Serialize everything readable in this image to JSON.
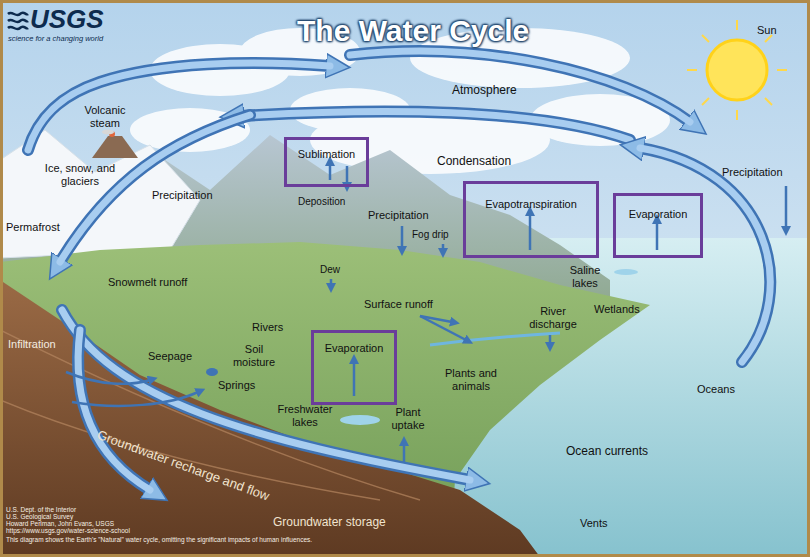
{
  "diagram": {
    "title": "The Water Cycle",
    "nodes": [
      {
        "text": [
          "Sublimation"
        ]
      },
      {
        "text": [
          "Evapotranspiration"
        ]
      },
      {
        "text": [
          "Evaporation"
        ]
      },
      {
        "text": [
          "Evaporation"
        ]
      }
    ],
    "labels": [
      "USGS",
      "science for a changing world",
      "Sun",
      "Atmosphere",
      "Volcanic steam",
      "Ice, snow, and glaciers",
      "Condensation",
      "Precipitation",
      "Permafrost",
      "Deposition",
      "Precipitation",
      "Fog drip",
      "Precipitation",
      "Dew",
      "Snowmelt runoff",
      "Saline lakes",
      "Surface runoff",
      "Wetlands",
      "River discharge",
      "Rivers",
      "Infiltration",
      "Soil moisture",
      "Seepage",
      "Springs",
      "Plants and animals",
      "Oceans",
      "Freshwater lakes",
      "Plant uptake",
      "Ocean currents",
      "Groundwater recharge and flow",
      "Groundwater storage",
      "Vents",
      "U.S. Dept. of the Interior",
      "U.S. Geological Survey",
      "Howard Perlman, John Evans, USGS",
      "https://www.usgs.gov/water-science-school",
      "This diagram shows the Earth's \"Natural\" water cycle, omitting the significant impacts of human influences."
    ]
  }
}
